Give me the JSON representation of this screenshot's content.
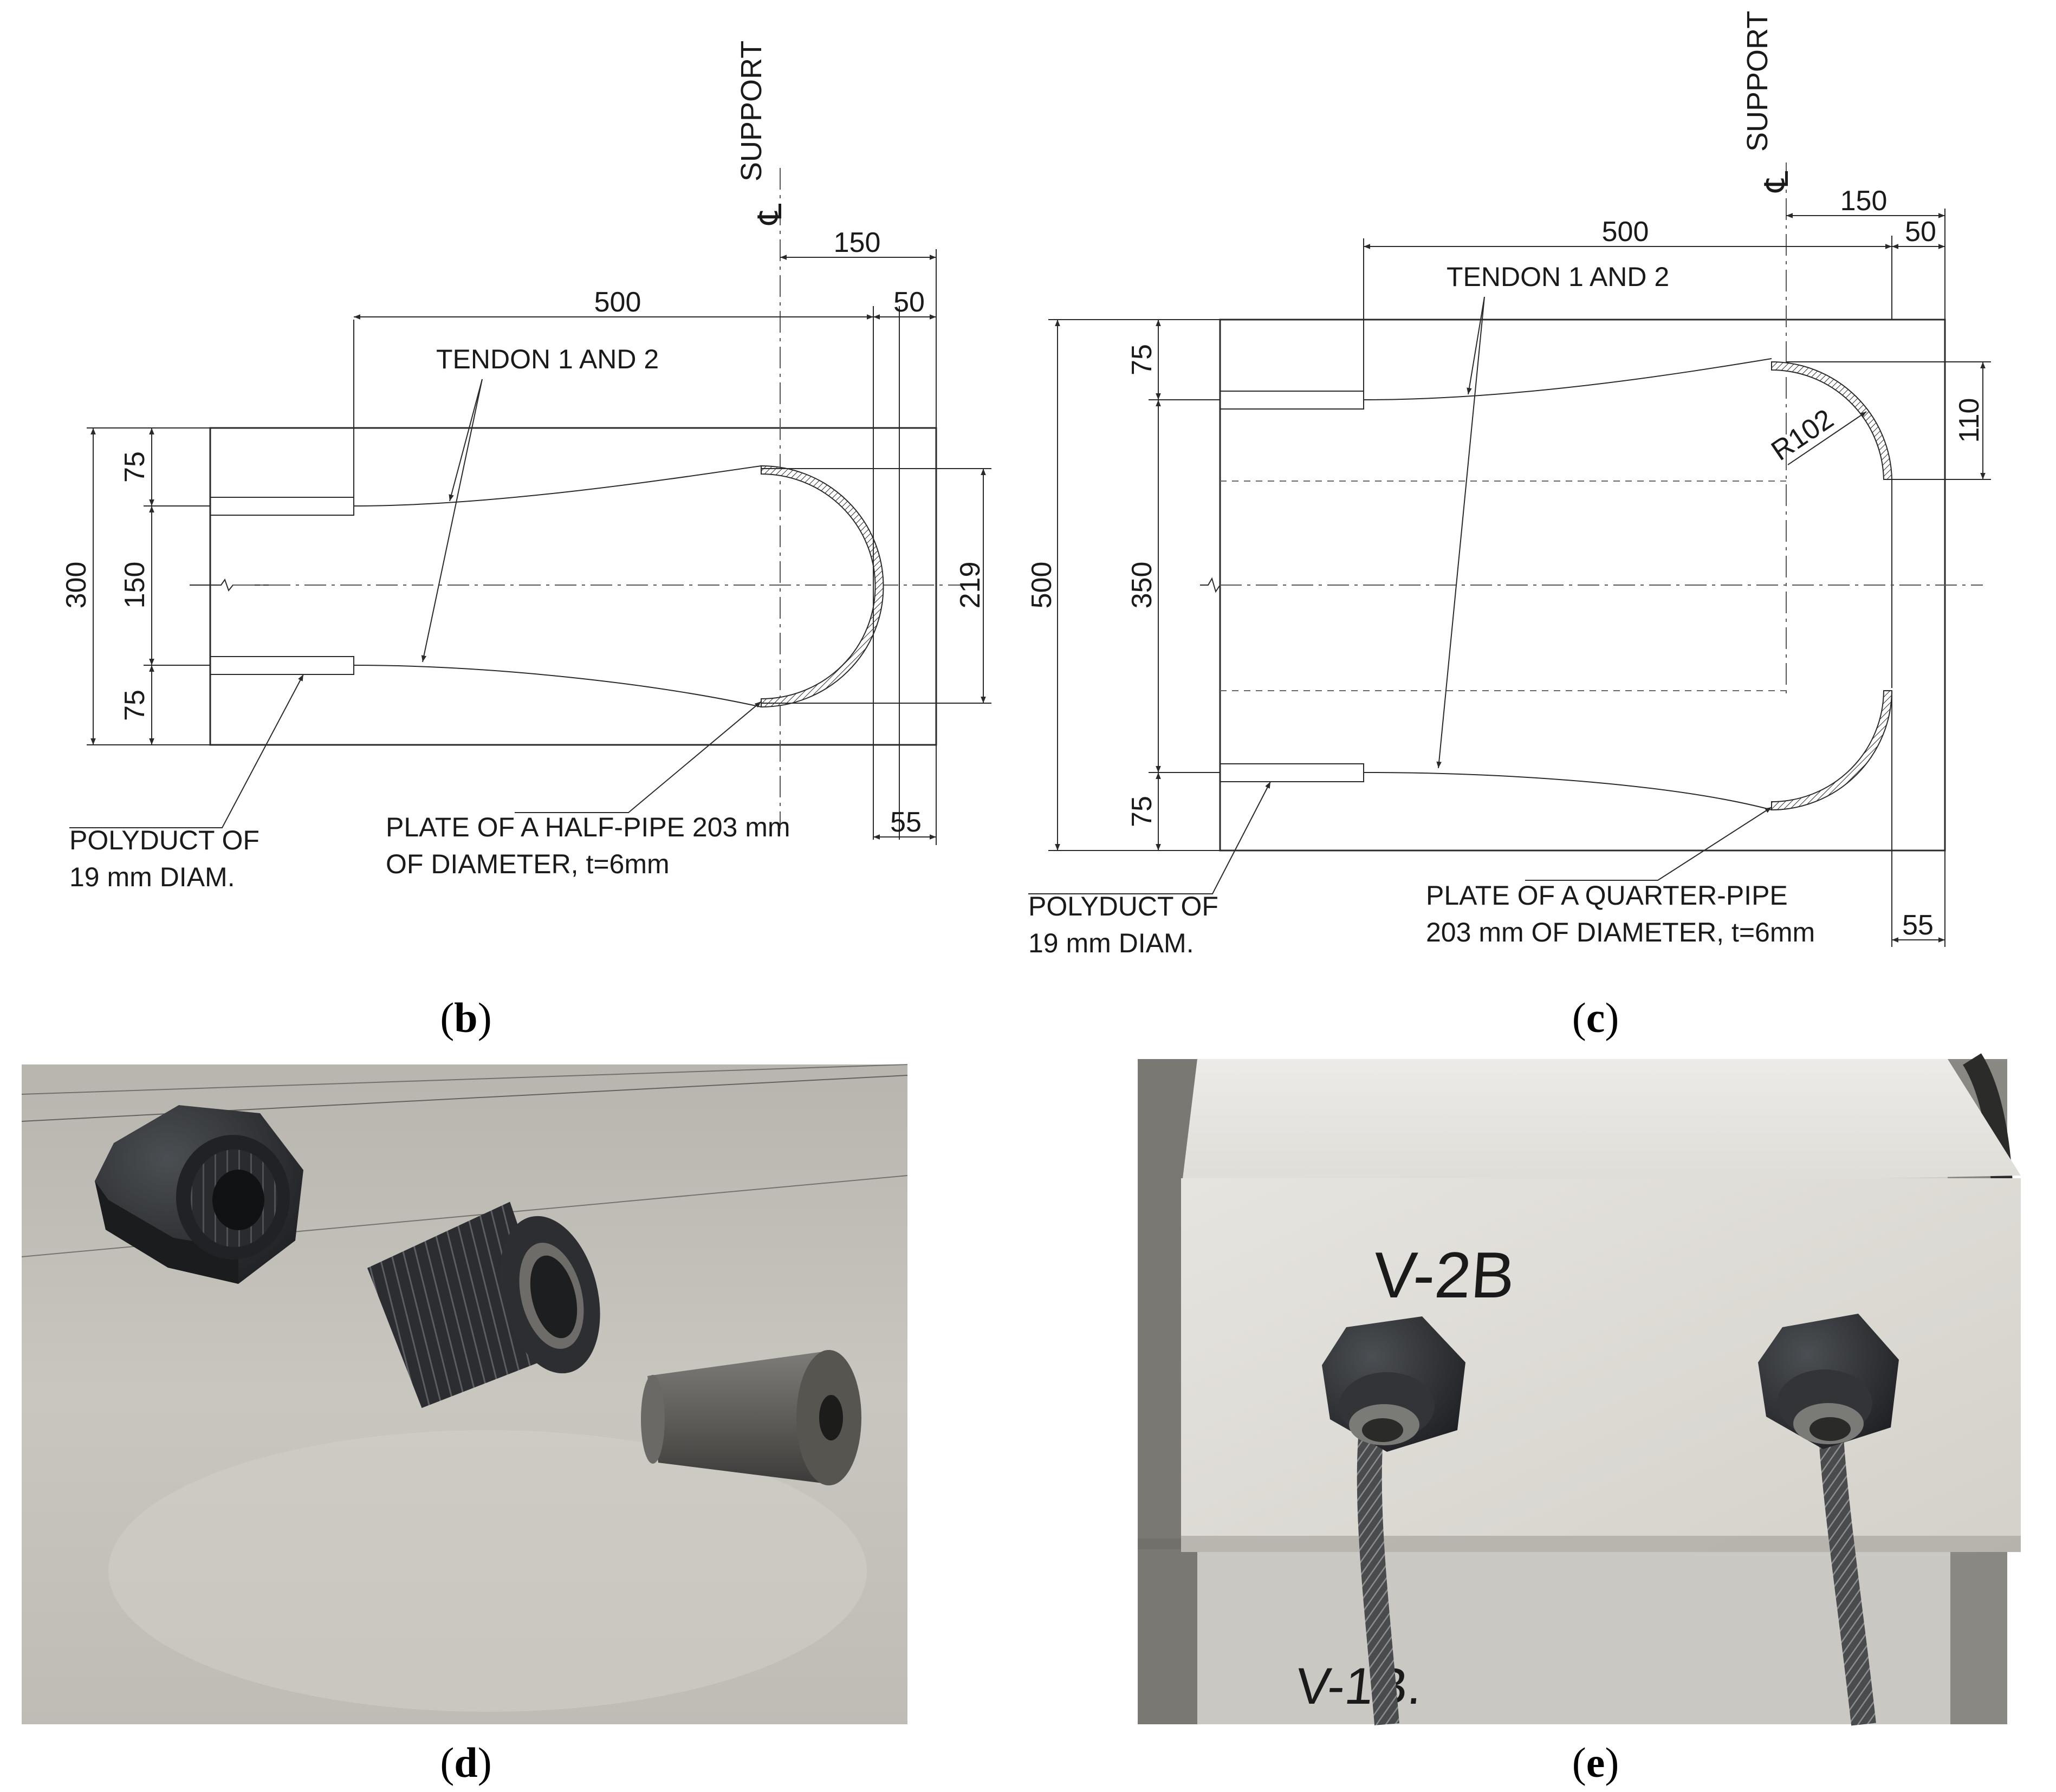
{
  "panel_b": {
    "caption_letter": "b",
    "dims": {
      "d500": "500",
      "d150": "150",
      "d50": "50",
      "d300": "300",
      "d75_top": "75",
      "d150_mid": "150",
      "d75_bot": "75",
      "d219": "219",
      "d55": "55"
    },
    "support_label": "SUPPORT",
    "cl_symbol": "℄",
    "tendon_label": "TENDON 1 AND 2",
    "polyduct_label": [
      "POLYDUCT OF",
      "19 mm DIAM."
    ],
    "plate_label": [
      "PLATE OF A HALF-PIPE 203 mm",
      "OF DIAMETER, t=6mm"
    ]
  },
  "panel_c": {
    "caption_letter": "c",
    "dims": {
      "d500_top": "500",
      "d150": "150",
      "d50": "50",
      "d500_left": "500",
      "d75_top": "75",
      "d350": "350",
      "d75_bot": "75",
      "d110": "110",
      "d55": "55",
      "r102": "R102"
    },
    "support_label": "SUPPORT",
    "cl_symbol": "℄",
    "tendon_label": "TENDON 1 AND 2",
    "polyduct_label": [
      "POLYDUCT OF",
      "19 mm DIAM."
    ],
    "plate_label": [
      "PLATE OF A QUARTER-PIPE",
      "203 mm OF DIAMETER, t=6mm"
    ]
  },
  "panel_d": {
    "caption_letter": "d"
  },
  "panel_e": {
    "caption_letter": "e",
    "marking_upper": "V-2B",
    "marking_lower": "V-1B."
  },
  "colors": {
    "concrete_light": "#e3e1dc",
    "concrete_dark": "#bdbab3",
    "steel_dark": "#2e3033",
    "line": "#2a2a2a"
  }
}
